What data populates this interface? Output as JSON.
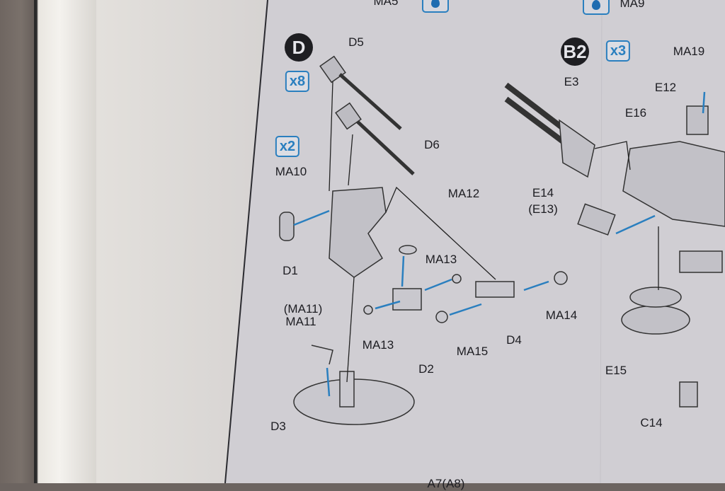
{
  "sheet": {
    "top_labels": {
      "ma5": "MA5",
      "ma9": "MA9"
    },
    "step_d": {
      "step": "D",
      "quantity": "x8"
    },
    "step_b2": {
      "step": "B2",
      "quantity": "x3"
    },
    "ma10_quantity": "x2",
    "labels": {
      "d5": "D5",
      "d6": "D6",
      "ma10": "MA10",
      "ma12": "MA12",
      "ma13_top": "MA13",
      "d1": "D1",
      "ma11_paren": "(MA11)",
      "ma11": "MA11",
      "ma13_bottom": "MA13",
      "d2": "D2",
      "ma15": "MA15",
      "d4": "D4",
      "ma14": "MA14",
      "d3": "D3",
      "ma19": "MA19",
      "e3": "E3",
      "e12": "E12",
      "e16": "E16",
      "e14": "E14",
      "e13_paren": "(E13)",
      "e15": "E15",
      "c14": "C14"
    },
    "bottom_label": "A7(A8)",
    "colors": {
      "paper": "#d0ced3",
      "ink": "#1d1d22",
      "accent_blue": "#2a7fbf"
    }
  }
}
